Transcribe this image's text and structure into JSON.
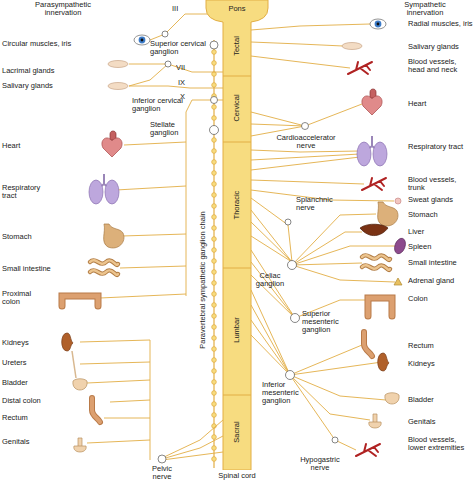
{
  "diagram": {
    "nodes": [
      {
        "text": [
          "Pons",
          "Tectal",
          "Cervical",
          "Thoracic",
          "Lumbar",
          "Sacral",
          "Spinal cord"
        ]
      }
    ],
    "labels": [
      "Parasympathetic innervation",
      "Sympathetic innervation",
      "III",
      "Superior cervical ganglion",
      "VII",
      "IX",
      "X",
      "Inferior cervical ganglion",
      "Stellate ganglion",
      "Paravertebral sympathetic ganglion chain",
      "Circular muscles, iris",
      "Lacrimal glands",
      "Salivary glands",
      "Heart",
      "Respiratory tract",
      "Stomach",
      "Small intestine",
      "Proximal colon",
      "Kidneys",
      "Ureters",
      "Bladder",
      "Distal colon",
      "Rectum",
      "Genitals",
      "Pelvic nerve",
      "Radial muscles, iris",
      "Salivary glands",
      "Blood vessels, head and neck",
      "Heart",
      "Respiratory tract",
      "Cardioaccelerator nerve",
      "Blood vessels, trunk",
      "Sweat glands",
      "Stomach",
      "Liver",
      "Spleen",
      "Small intestine",
      "Adrenal gland",
      "Colon",
      "Splanchnic nerve",
      "Celiac ganglion",
      "Superior mesenteric ganglion",
      "Inferior mesenteric ganglion",
      "Rectum",
      "Kidneys",
      "Bladder",
      "Genitals",
      "Blood vessels, lower extremities",
      "Hypogastric nerve"
    ]
  }
}
